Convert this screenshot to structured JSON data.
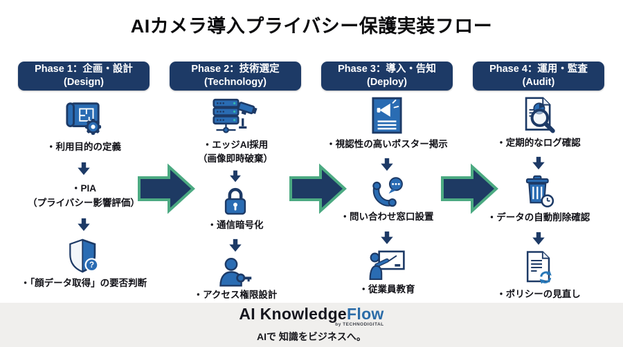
{
  "title": "AIカメラ導入プライバシー保護実装フロー",
  "colors": {
    "navy": "#1d3a66",
    "icon_blue": "#2a6cb3",
    "arrow_fill": "#1e3a63",
    "arrow_outline_green": "#4caa82",
    "server_led_teal": "#35b8b0",
    "footer_bg": "#f0efed",
    "logo_flow_blue": "#2b6ca8"
  },
  "phases": [
    {
      "header_line1": "Phase 1：企画・設計",
      "header_line2": "(Design)",
      "items": [
        {
          "icon": "blueprint-gear-icon",
          "lines": [
            "・利用目的の定義"
          ]
        },
        {
          "icon": null,
          "lines": [
            "・PIA",
            "（プライバシー影響評価）"
          ]
        },
        {
          "icon": "shield-question-icon",
          "lines": [
            "・「顔データ取得」の要否判断"
          ]
        }
      ]
    },
    {
      "header_line1": "Phase 2：技術選定",
      "header_line2": "(Technology)",
      "items": [
        {
          "icon": "server-camera-icon",
          "lines": [
            "・エッジAI採用",
            "（画像即時破棄）"
          ]
        },
        {
          "icon": "padlock-icon",
          "lines": [
            "・通信暗号化"
          ]
        },
        {
          "icon": "person-key-icon",
          "lines": [
            "・アクセス権限設計"
          ]
        }
      ]
    },
    {
      "header_line1": "Phase 3：導入・告知",
      "header_line2": "(Deploy)",
      "items": [
        {
          "icon": "poster-megaphone-icon",
          "lines": [
            "・視認性の高いポスター掲示"
          ]
        },
        {
          "icon": "phone-support-icon",
          "lines": [
            "・問い合わせ窓口設置"
          ]
        },
        {
          "icon": "training-whiteboard-icon",
          "lines": [
            "・従業員教育"
          ]
        }
      ]
    },
    {
      "header_line1": "Phase 4：運用・監査",
      "header_line2": "(Audit)",
      "items": [
        {
          "icon": "log-audit-magnifier-icon",
          "lines": [
            "・定期的なログ確認"
          ]
        },
        {
          "icon": "trash-clock-icon",
          "lines": [
            "・データの自動削除確認"
          ]
        },
        {
          "icon": "policy-refresh-icon",
          "lines": [
            "・ポリシーの見直し"
          ]
        }
      ]
    }
  ],
  "footer": {
    "logo_prefix": "AI Knowledge",
    "logo_suffix": "Flow",
    "byline": "by TECHNODIGITAL",
    "tagline": "AIで 知識をビジネスへ。"
  }
}
